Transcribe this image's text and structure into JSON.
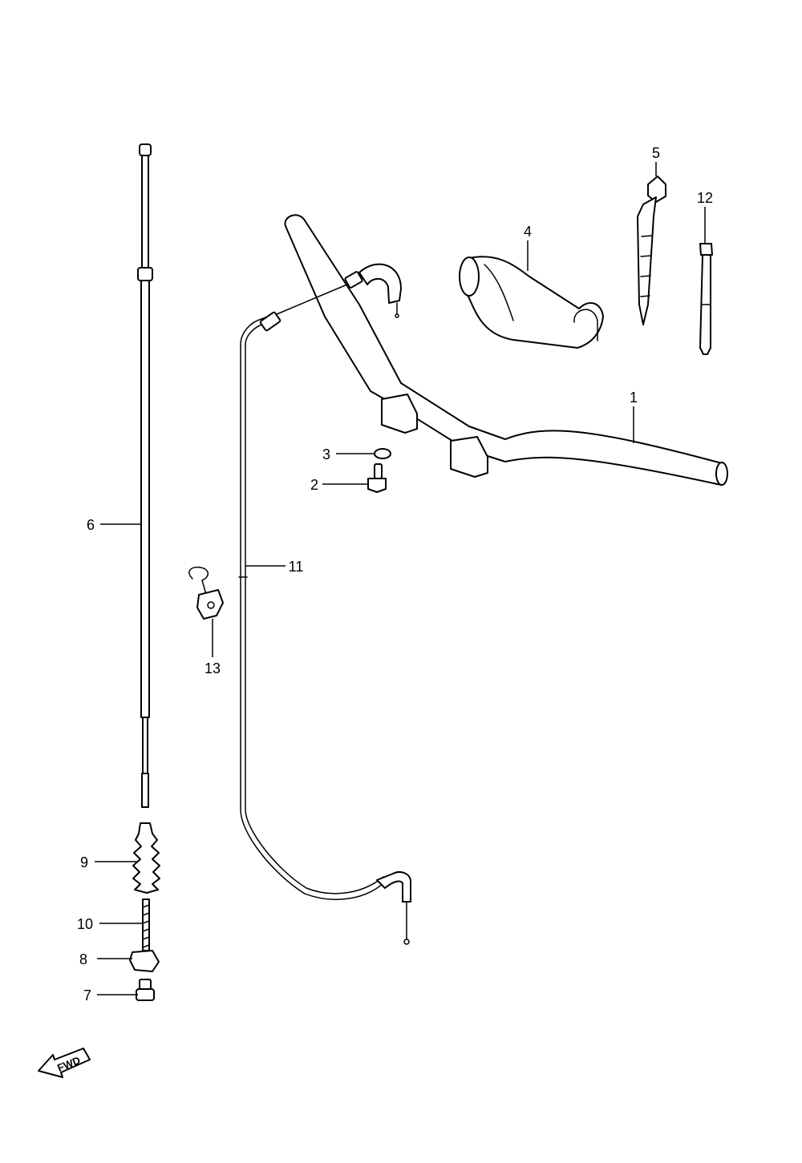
{
  "diagram": {
    "callouts": {
      "c1": "1",
      "c2": "2",
      "c3": "3",
      "c4": "4",
      "c5": "5",
      "c6": "6",
      "c7": "7",
      "c8": "8",
      "c9": "9",
      "c10": "10",
      "c11": "11",
      "c12": "12",
      "c13": "13"
    },
    "fwd_label": "FWD"
  }
}
